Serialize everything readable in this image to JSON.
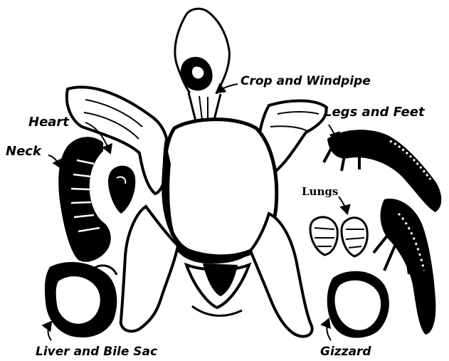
{
  "labels": {
    "crop": "Crop and Windpipe",
    "heart": "Heart",
    "legs": "Legs and Feet",
    "neck": "Neck",
    "lungs": "Lungs",
    "liver": "Liver and Bile Sac",
    "gizzard": "Gizzard"
  },
  "colors": {
    "ink": "#000000",
    "paper": "#ffffff"
  }
}
